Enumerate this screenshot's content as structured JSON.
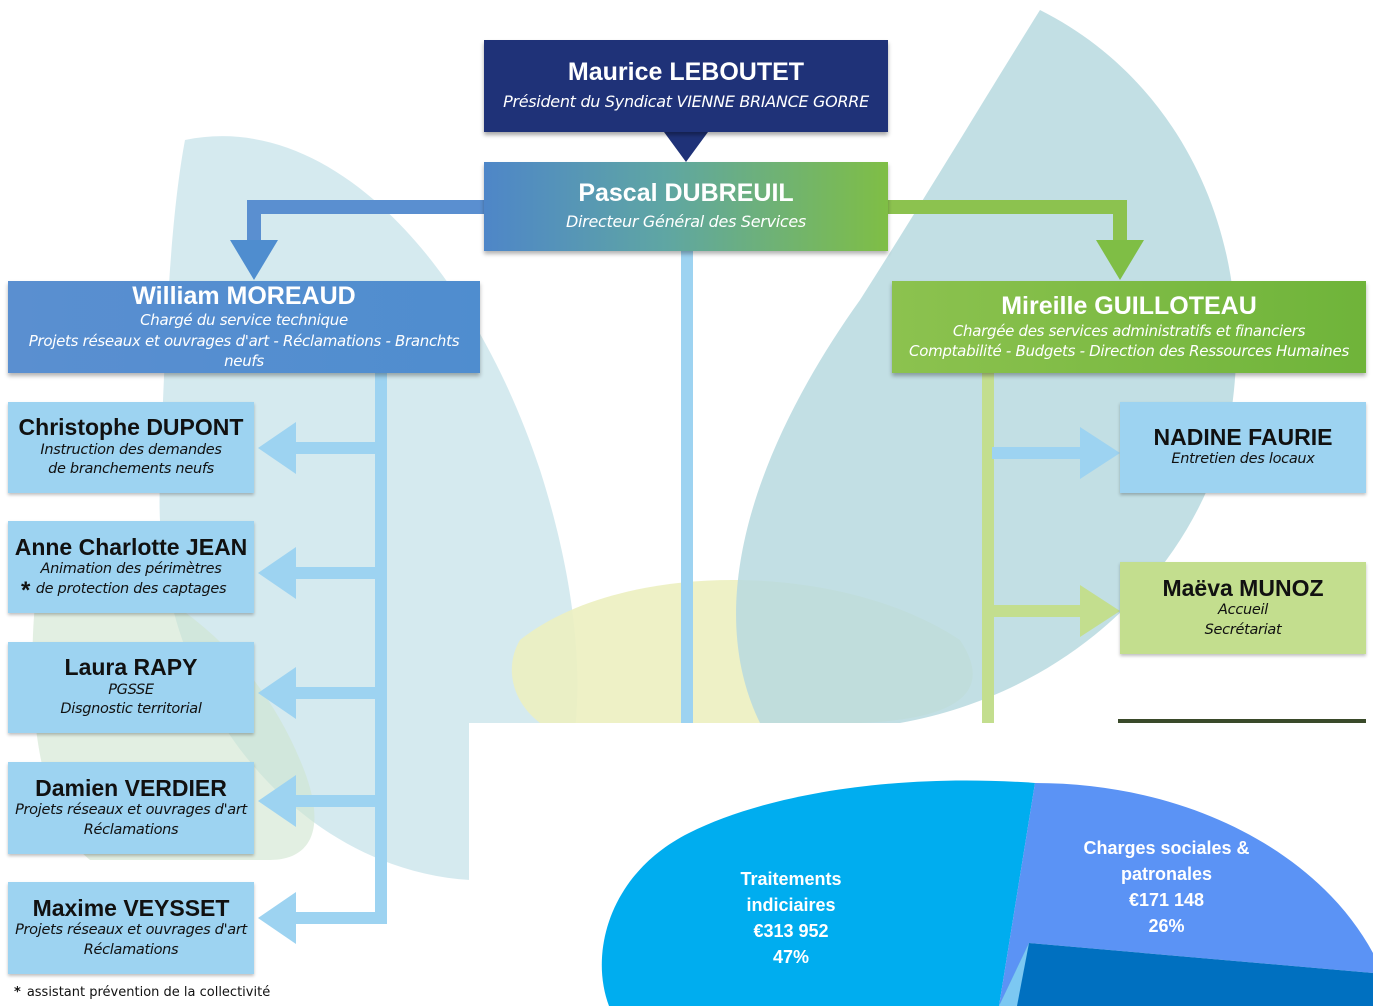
{
  "president": {
    "name": "Maurice LEBOUTET",
    "role": "Président du Syndicat VIENNE BRIANCE GORRE"
  },
  "director": {
    "name": "Pascal DUBREUIL",
    "role": "Directeur Général des Services"
  },
  "technical": {
    "name": "William MOREAUD",
    "role_line1": "Chargé du service technique",
    "role_line2": "Projets réseaux et ouvrages d'art - Réclamations - Branchts neufs",
    "staff": [
      {
        "name": "Christophe DUPONT",
        "line1": "Instruction des demandes",
        "line2": "de branchements neufs"
      },
      {
        "name": "Anne Charlotte JEAN",
        "line1": "Animation des périmètres",
        "line2": "de protection des captages",
        "marker": "*"
      },
      {
        "name": "Laura RAPY",
        "line1": "PGSSE",
        "line2": "Disgnostic territorial"
      },
      {
        "name": "Damien VERDIER",
        "line1": "Projets réseaux et ouvrages d'art",
        "line2": "Réclamations"
      },
      {
        "name": "Maxime VEYSSET",
        "line1": "Projets réseaux et ouvrages d'art",
        "line2": "Réclamations"
      }
    ]
  },
  "admin": {
    "name": "Mireille GUILLOTEAU",
    "role_line1": "Chargée des services administratifs et financiers",
    "role_line2": "Comptabilité - Budgets - Direction des Ressources Humaines",
    "staff": [
      {
        "name": "NADINE FAURIE",
        "line1": "Entretien des locaux"
      },
      {
        "name": "Maëva MUNOZ",
        "line1": "Accueil",
        "line2": "Secrétariat"
      }
    ]
  },
  "footnote": {
    "marker": "*",
    "text": "assistant prévention de la collectivité"
  },
  "colors": {
    "navy": "#1f3278",
    "blue": "#4f8dcf",
    "green": "#7fbe45",
    "light_blue": "#9dd3f1",
    "light_green": "#c3de8e"
  },
  "chart_data": {
    "type": "pie",
    "slices": [
      {
        "label": "Traitements indiciaires",
        "value": 313952,
        "value_label": "€313 952",
        "percent_label": "47%",
        "color": "#00adef"
      },
      {
        "label": "Charges sociales & patronales",
        "value": 171148,
        "value_label": "€171 148",
        "percent_label": "26%",
        "color": "#5b93f5"
      }
    ]
  }
}
